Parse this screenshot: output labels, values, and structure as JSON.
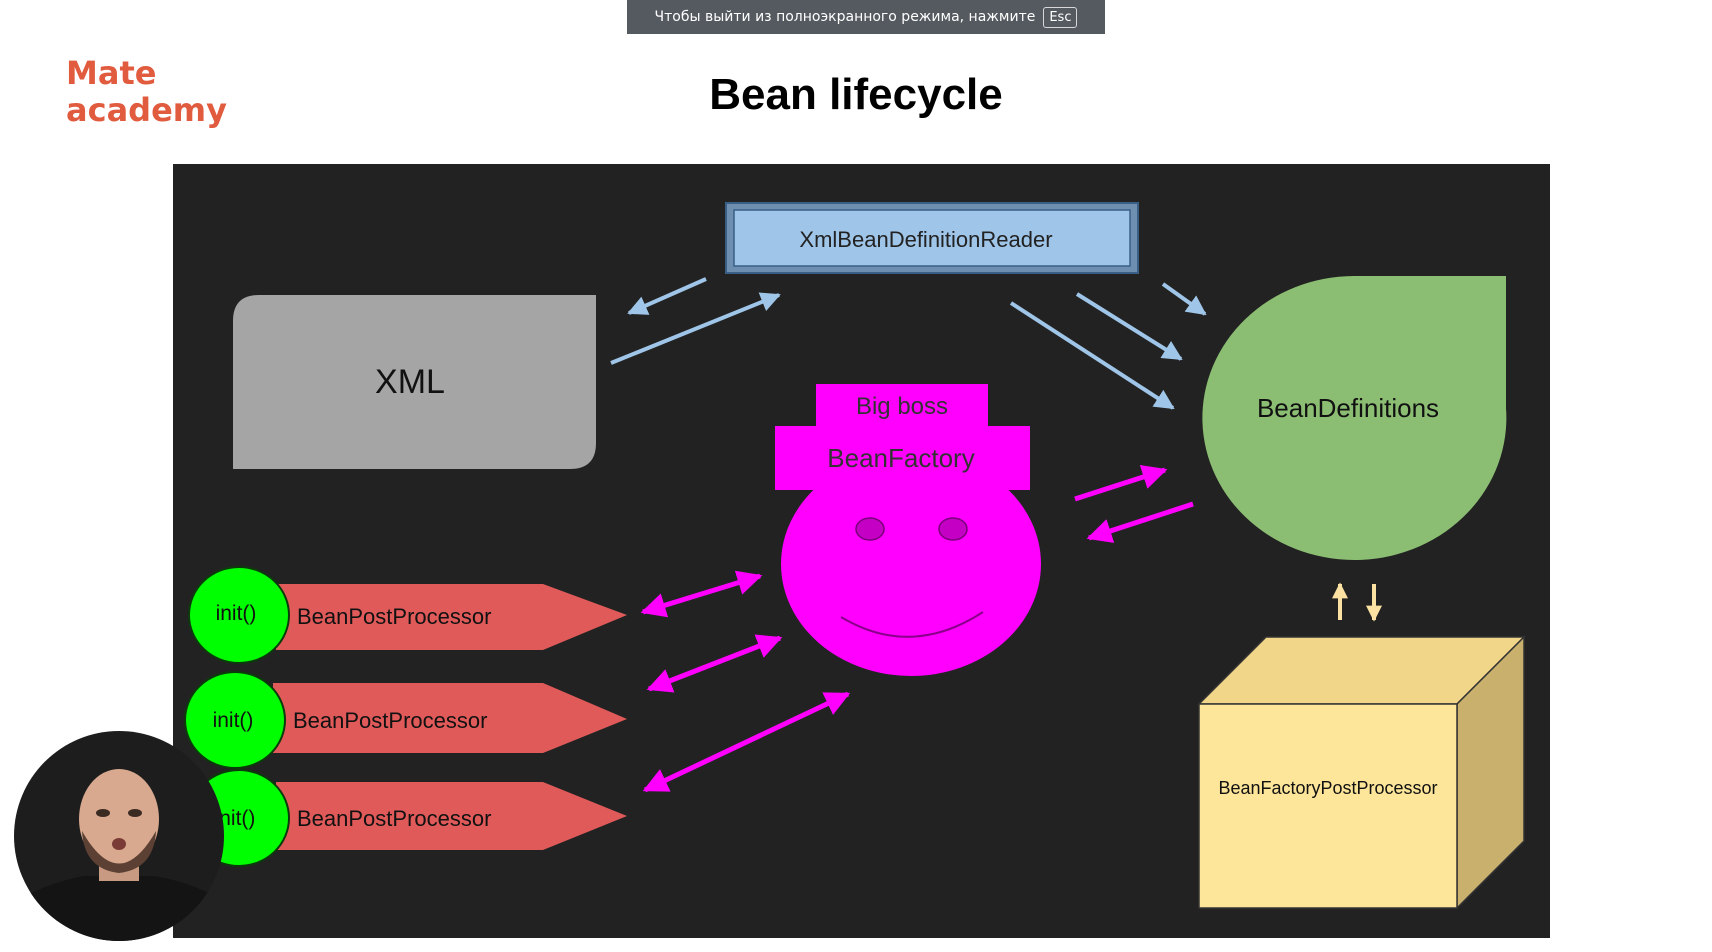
{
  "fullscreen_notice": {
    "text": "Чтобы выйти из полноэкранного режима, нажмите",
    "key": "Esc"
  },
  "logo": {
    "line1": "Mate",
    "line2": "academy",
    "color": "#e15b3f"
  },
  "title": "Bean lifecycle",
  "diagram": {
    "reader": "XmlBeanDefinitionReader",
    "xml": "XML",
    "bean_definitions": "BeanDefinitions",
    "hat_top": "Big boss",
    "hat_bottom": "BeanFactory",
    "factory_post_processor": "BeanFactoryPostProcessor",
    "post_processors": [
      {
        "init": "init()",
        "label": "BeanPostProcessor"
      },
      {
        "init": "init()",
        "label": "BeanPostProcessor"
      },
      {
        "init": "init()",
        "label": "BeanPostProcessor"
      }
    ]
  },
  "colors": {
    "slide_bg": "#222222",
    "reader_fill": "#9fc5e8",
    "xml_fill": "#a5a5a5",
    "bean_definitions_fill": "#8bbe72",
    "factory_fill": "#ff00ff",
    "post_processor_fill": "#e15a5a",
    "init_fill": "#00ff00",
    "cube_fill": "#fde59a",
    "blue_arrow": "#9fc5e8",
    "orange_arrow": "#fce2a2"
  }
}
